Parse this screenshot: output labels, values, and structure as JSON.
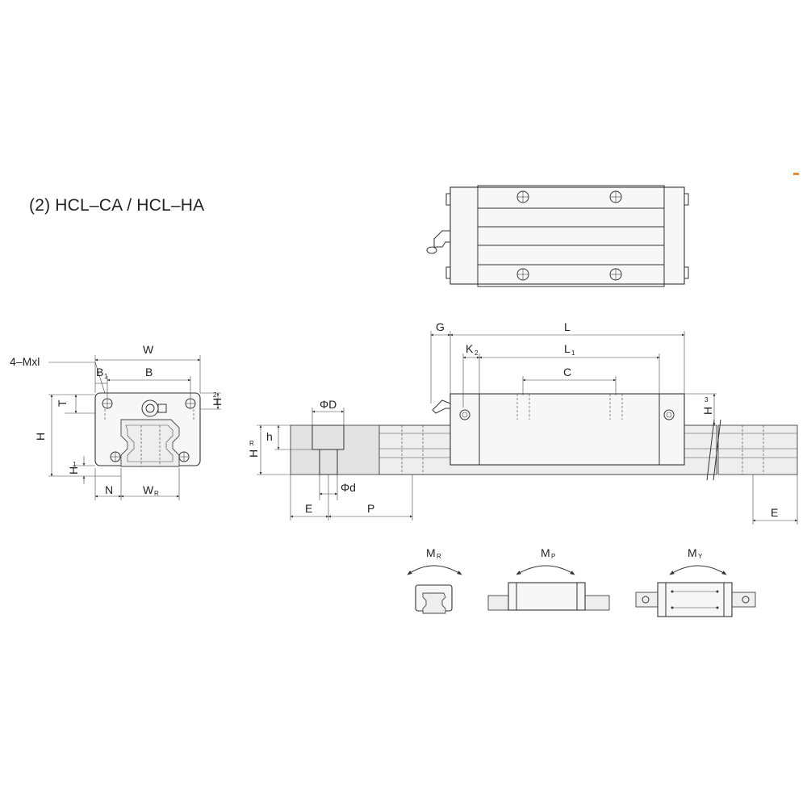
{
  "title": "(2)  HCL–CA / HCL–HA",
  "accent_color": "#f08a1e",
  "labels": {
    "thread": "4–Mxl",
    "W": "W",
    "B": "B",
    "B1": "B",
    "B1_sub": "1",
    "T": "T",
    "H": "H",
    "H1": "H",
    "H1_sub": "1",
    "H2": "H",
    "H2_sub": "2",
    "N": "N",
    "WR": "W",
    "WR_sub": "R",
    "HR": "H",
    "HR_sub": "R",
    "h": "h",
    "phiD": "ΦD",
    "phid": "Φd",
    "E_left": "E",
    "P": "P",
    "G": "G",
    "L": "L",
    "K2": "K",
    "K2_sub": "2",
    "L1": "L",
    "L1_sub": "1",
    "C": "C",
    "H3": "H",
    "H3_sub": "3",
    "E_right": "E",
    "MR": "M",
    "MR_sub": "R",
    "MP": "M",
    "MP_sub": "P",
    "MY": "M",
    "MY_sub": "Y"
  }
}
